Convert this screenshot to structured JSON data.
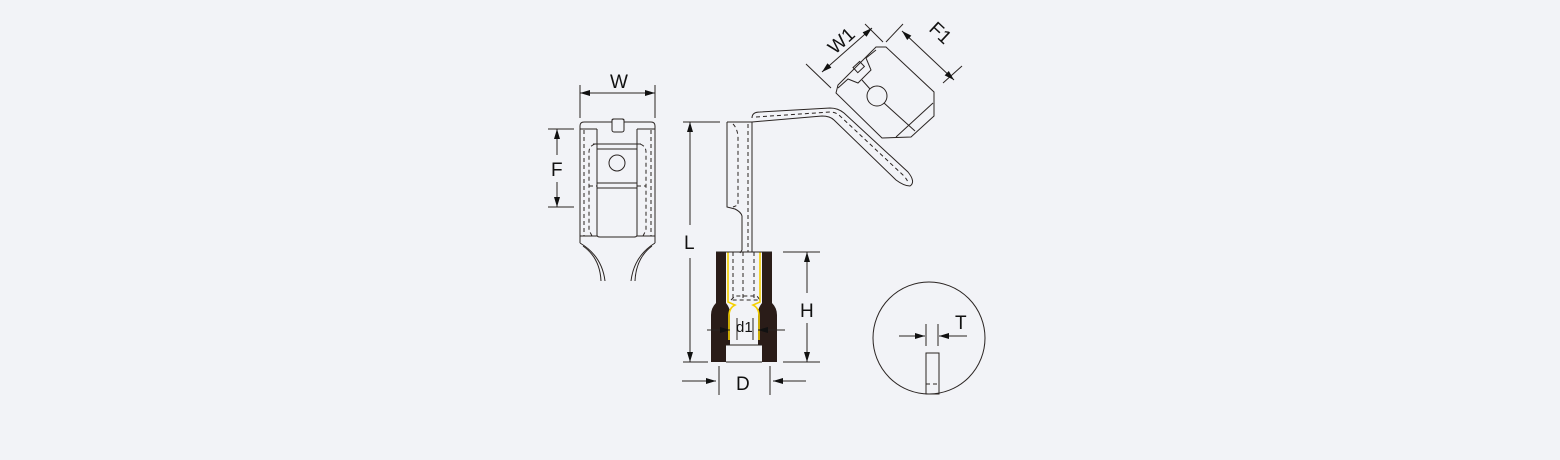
{
  "dimension_labels": {
    "W": "W",
    "F": "F",
    "L": "L",
    "H": "H",
    "d1": "d1",
    "D": "D",
    "W1": "W1",
    "F1": "F1",
    "T": "T"
  },
  "colors": {
    "background": "#f2f3f7",
    "line": "#2a2422",
    "insulation": "#2a1c18",
    "highlight": "#f5d000"
  }
}
